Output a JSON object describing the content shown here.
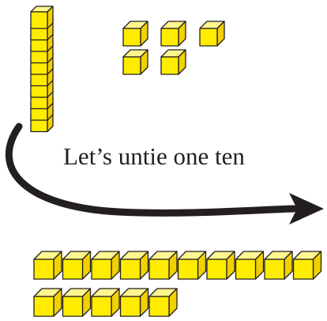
{
  "caption": "Let’s untie one ten",
  "blocks": {
    "ten_rod_units": 10,
    "ones_before": 5,
    "ones_after_row1": 10,
    "ones_after_row2": 5
  },
  "colors": {
    "block_front": "#ffec00",
    "block_top": "#fff68f",
    "block_side": "#f2d100",
    "outline": "#231f20",
    "arrow": "#231f20"
  }
}
